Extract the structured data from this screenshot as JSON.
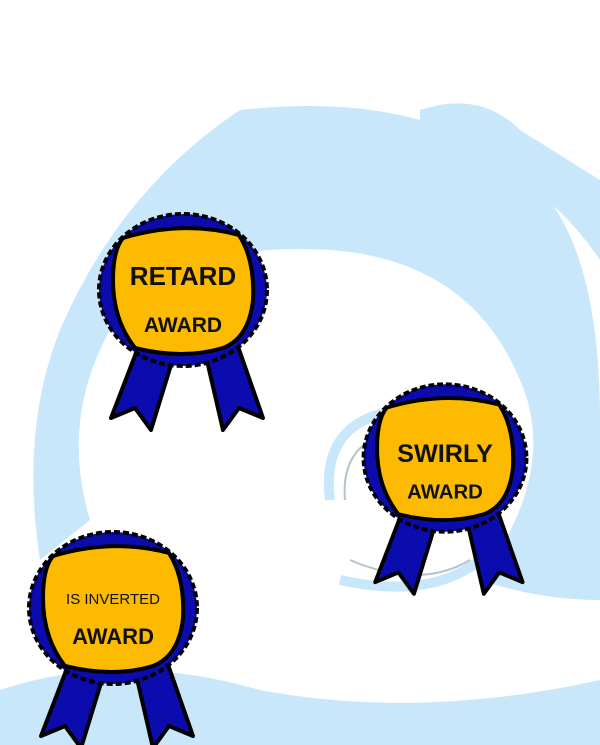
{
  "colors": {
    "ribbon_blue": "#0c0cae",
    "medal_gold": "#fcbb00",
    "swirl_blue": "#c9e7fa",
    "outline": "#000000"
  },
  "awards": [
    {
      "line1": "RETARD",
      "line2": "AWARD"
    },
    {
      "line1": "SWIRLY",
      "line2": "AWARD"
    },
    {
      "line1": "IS INVERTED",
      "line2": "AWARD"
    }
  ]
}
